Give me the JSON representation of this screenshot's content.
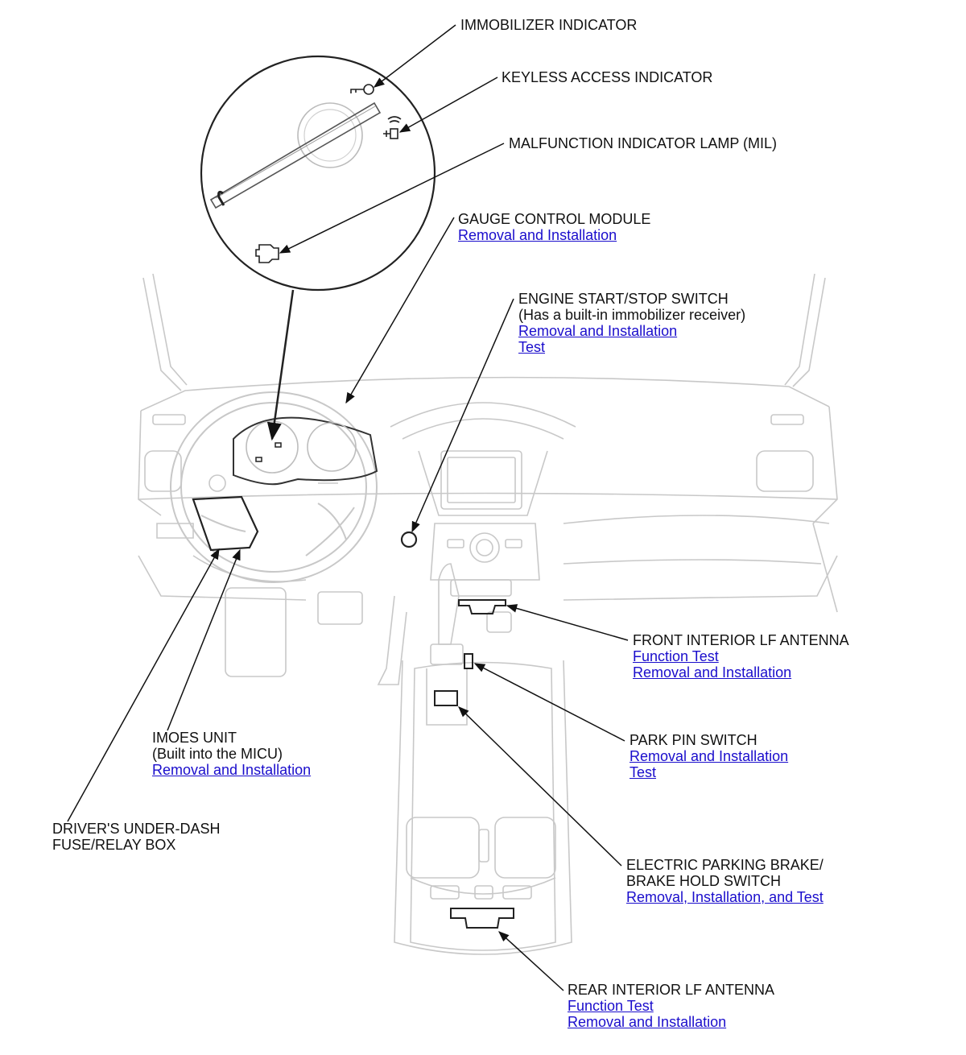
{
  "callouts": {
    "immobilizer": {
      "title": "IMMOBILIZER INDICATOR"
    },
    "keyless": {
      "title": "KEYLESS ACCESS INDICATOR"
    },
    "mil": {
      "title": "MALFUNCTION INDICATOR LAMP (MIL)"
    },
    "gauge": {
      "title": "GAUGE CONTROL MODULE",
      "link1": "Removal and Installation"
    },
    "engine_switch": {
      "title": "ENGINE START/STOP SWITCH",
      "subtitle": "(Has a built-in immobilizer receiver)",
      "link1": "Removal and Installation",
      "link2": "Test"
    },
    "front_antenna": {
      "title": "FRONT INTERIOR LF ANTENNA",
      "link1": "Function Test",
      "link2": "Removal and Installation"
    },
    "park_pin": {
      "title": "PARK PIN SWITCH",
      "link1": "Removal and Installation",
      "link2": "Test"
    },
    "imoes": {
      "title": "IMOES UNIT",
      "subtitle": "(Built into the MICU)",
      "link1": "Removal and Installation"
    },
    "fuse_box": {
      "title": "DRIVER'S UNDER-DASH",
      "subtitle": "FUSE/RELAY BOX"
    },
    "epb": {
      "title": "ELECTRIC PARKING BRAKE/",
      "subtitle": "BRAKE HOLD SWITCH",
      "link1": "Removal, Installation, and Test"
    },
    "rear_antenna": {
      "title": "REAR INTERIOR LF ANTENNA",
      "link1": "Function Test",
      "link2": "Removal and Installation"
    }
  },
  "colors": {
    "link": "#1a0dcc",
    "line": "#111111",
    "faint": "#c8c8c8",
    "part": "#222222"
  }
}
